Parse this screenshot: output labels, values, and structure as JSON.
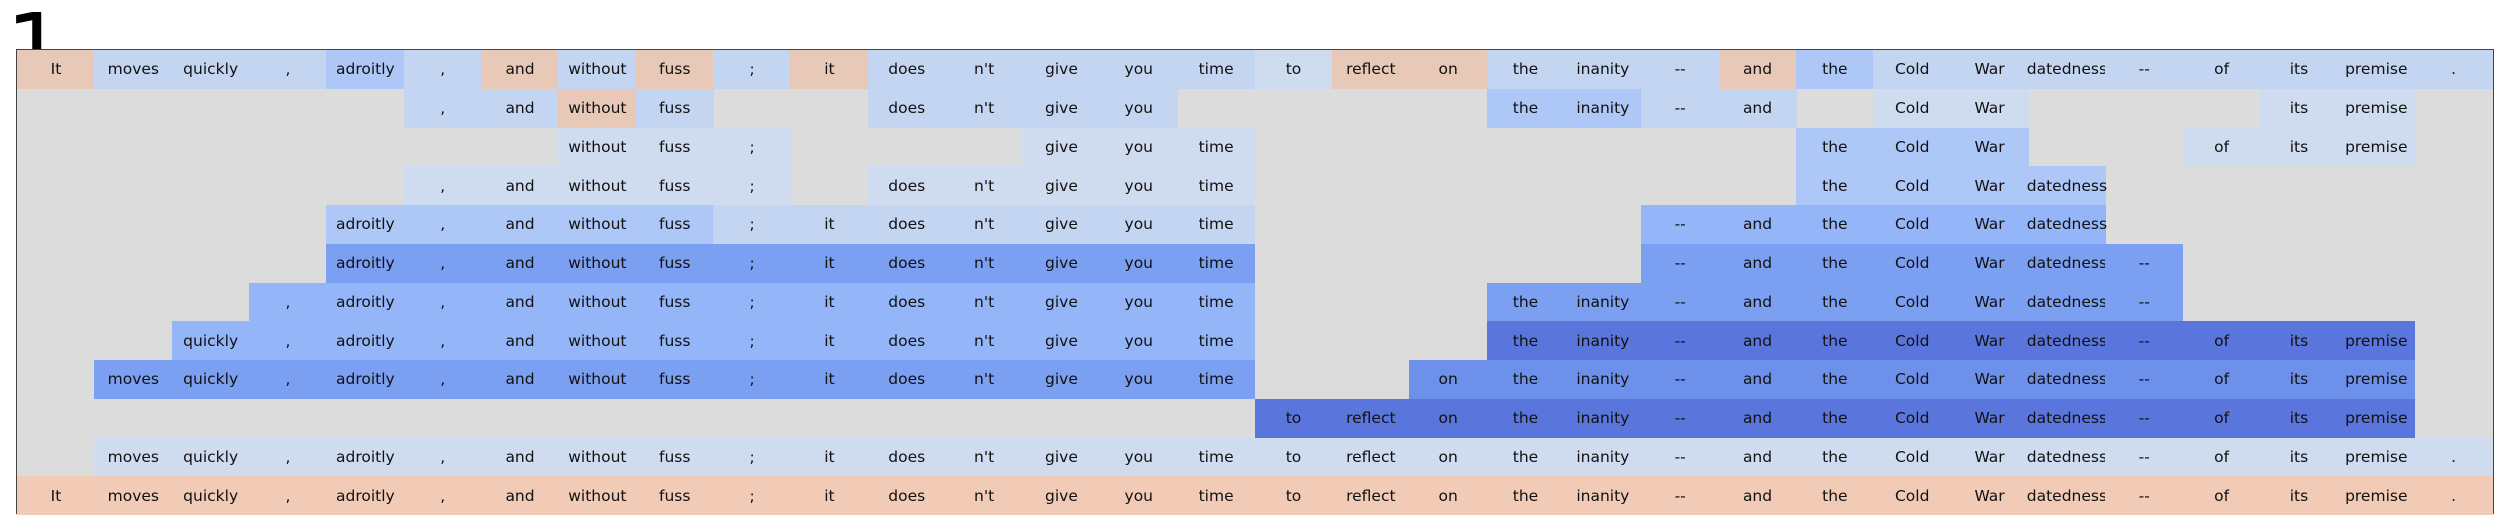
{
  "panel_label": "1",
  "tokens": [
    "It",
    "moves",
    "quickly",
    ",",
    "adroitly",
    ",",
    "and",
    "without",
    "fuss",
    ";",
    "it",
    "does",
    "n't",
    "give",
    "you",
    "time",
    "to",
    "reflect",
    "on",
    "the",
    "inanity",
    "--",
    "and",
    "the",
    "Cold",
    "War",
    "datedness",
    "--",
    "of",
    "its",
    "premise",
    "."
  ],
  "levels": [
    "#cfdcf0",
    "#c4d5f2",
    "#adc7f7",
    "#94b5f8",
    "#7b9ff1",
    "#6d90ea",
    "#5a76dd",
    "#e8c9b8",
    "#f1cbb6"
  ],
  "rows": [
    {
      "start": 0,
      "end": 31,
      "cells": [
        7,
        1,
        1,
        1,
        2,
        1,
        7,
        1,
        7,
        1,
        7,
        1,
        1,
        1,
        1,
        1,
        0,
        7,
        7,
        1,
        1,
        1,
        7,
        2,
        1,
        1,
        1,
        1,
        1,
        1,
        1,
        1
      ]
    },
    {
      "start": 5,
      "end": 14,
      "cells": [
        1,
        1,
        7,
        1,
        -1,
        -1,
        1,
        1,
        1,
        1
      ]
    },
    {
      "start": 7,
      "end": 9,
      "cells": [
        0,
        0,
        0
      ]
    },
    {
      "start": 5,
      "end": 9,
      "cells": [
        0,
        0,
        0,
        0,
        0
      ]
    },
    {
      "start": 4,
      "end": 15,
      "cells": [
        2,
        2,
        2,
        2,
        2,
        1,
        1,
        1,
        1,
        1,
        1,
        1
      ]
    },
    {
      "start": 4,
      "end": 15,
      "cells": [
        4,
        4,
        4,
        4,
        4,
        4,
        4,
        4,
        4,
        4,
        4,
        4
      ]
    },
    {
      "start": 3,
      "end": 15,
      "cells": [
        3,
        3,
        3,
        3,
        3,
        3,
        3,
        3,
        3,
        3,
        3,
        3,
        3
      ]
    },
    {
      "start": 2,
      "end": 15,
      "cells": [
        3,
        3,
        3,
        3,
        3,
        3,
        3,
        3,
        3,
        3,
        3,
        3,
        3,
        3
      ]
    },
    {
      "start": 1,
      "end": 15,
      "cells": [
        4,
        4,
        4,
        4,
        4,
        4,
        4,
        4,
        4,
        4,
        4,
        4,
        4,
        4,
        4
      ]
    },
    {
      "start": 16,
      "end": 30,
      "cells": [
        6,
        6,
        6,
        6,
        6,
        6,
        6,
        6,
        6,
        6,
        6,
        6,
        6,
        6,
        6
      ]
    },
    {
      "start": 1,
      "end": 31,
      "cells": [
        0,
        0,
        0,
        0,
        0,
        0,
        0,
        0,
        0,
        0,
        0,
        0,
        0,
        0,
        0,
        0,
        0,
        0,
        0,
        0,
        0,
        0,
        0,
        0,
        0,
        0,
        0,
        0,
        0,
        0,
        0
      ]
    },
    {
      "start": 0,
      "end": 31,
      "cells": [
        8,
        8,
        8,
        8,
        8,
        8,
        8,
        8,
        8,
        8,
        8,
        8,
        8,
        8,
        8,
        8,
        8,
        8,
        8,
        8,
        8,
        8,
        8,
        8,
        8,
        8,
        8,
        8,
        8,
        8,
        8,
        8
      ]
    }
  ],
  "segments": [
    {
      "row": 1,
      "start": 19,
      "end": 22,
      "cells": [
        2,
        2,
        1,
        1
      ]
    },
    {
      "row": 1,
      "start": 24,
      "end": 25,
      "cells": [
        0,
        0
      ]
    },
    {
      "row": 1,
      "start": 29,
      "end": 30,
      "cells": [
        0,
        0
      ]
    },
    {
      "row": 2,
      "start": 13,
      "end": 15,
      "cells": [
        0,
        0,
        0
      ]
    },
    {
      "row": 2,
      "start": 23,
      "end": 25,
      "cells": [
        2,
        2,
        2
      ]
    },
    {
      "row": 2,
      "start": 28,
      "end": 30,
      "cells": [
        0,
        0,
        0
      ]
    },
    {
      "row": 3,
      "start": 11,
      "end": 15,
      "cells": [
        0,
        0,
        0,
        0,
        0
      ]
    },
    {
      "row": 3,
      "start": 23,
      "end": 26,
      "cells": [
        2,
        2,
        2,
        2
      ]
    },
    {
      "row": 4,
      "start": 21,
      "end": 26,
      "cells": [
        3,
        3,
        3,
        3,
        3,
        3
      ]
    },
    {
      "row": 5,
      "start": 21,
      "end": 27,
      "cells": [
        4,
        4,
        4,
        4,
        4,
        4,
        4
      ]
    },
    {
      "row": 6,
      "start": 19,
      "end": 27,
      "cells": [
        4,
        4,
        4,
        4,
        4,
        4,
        4,
        4,
        4
      ]
    },
    {
      "row": 7,
      "start": 19,
      "end": 30,
      "cells": [
        6,
        6,
        6,
        6,
        6,
        6,
        6,
        6,
        6,
        6,
        6,
        6
      ]
    },
    {
      "row": 8,
      "start": 18,
      "end": 30,
      "cells": [
        5,
        5,
        5,
        5,
        5,
        5,
        5,
        5,
        5,
        5,
        5,
        5,
        5
      ]
    }
  ]
}
